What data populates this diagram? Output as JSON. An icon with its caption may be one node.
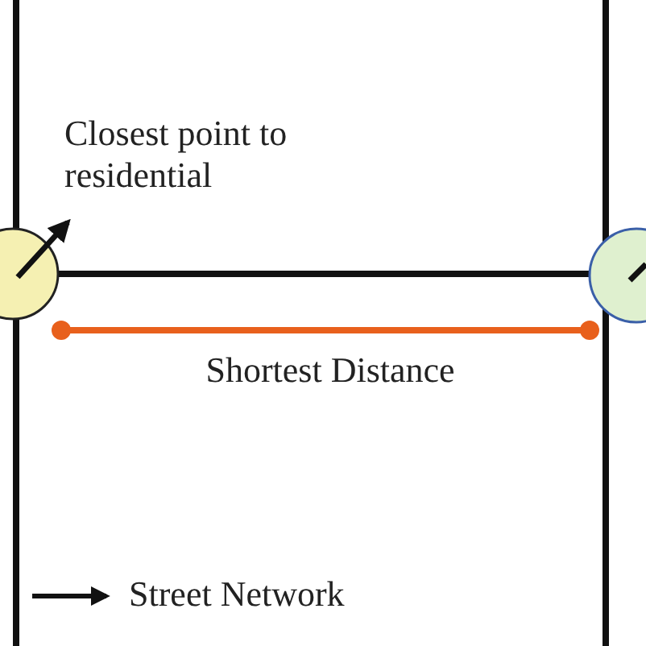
{
  "diagram": {
    "nodes": [
      {
        "text": [],
        "shape": "circle"
      },
      {
        "text": [],
        "shape": "circle"
      }
    ],
    "edges": [
      {
        "from": 0,
        "to": 1,
        "arrow": "none"
      }
    ],
    "labels": [
      "Closest point to residential",
      "Shortest Distance"
    ],
    "legend": [
      {
        "text": "Street Network"
      }
    ]
  }
}
